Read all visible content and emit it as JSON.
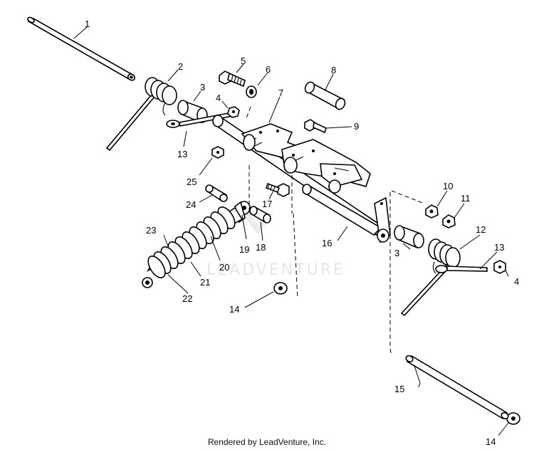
{
  "diagram": {
    "callouts": [
      {
        "id": "c1",
        "label": "1"
      },
      {
        "id": "c2",
        "label": "2"
      },
      {
        "id": "c3a",
        "label": "3"
      },
      {
        "id": "c4a",
        "label": "4"
      },
      {
        "id": "c5",
        "label": "5"
      },
      {
        "id": "c6",
        "label": "6"
      },
      {
        "id": "c7",
        "label": "7"
      },
      {
        "id": "c8",
        "label": "8"
      },
      {
        "id": "c9",
        "label": "9"
      },
      {
        "id": "c10",
        "label": "10"
      },
      {
        "id": "c11",
        "label": "11"
      },
      {
        "id": "c12",
        "label": "12"
      },
      {
        "id": "c13a",
        "label": "13"
      },
      {
        "id": "c13b",
        "label": "13"
      },
      {
        "id": "c14a",
        "label": "14"
      },
      {
        "id": "c14b",
        "label": "14"
      },
      {
        "id": "c15",
        "label": "15"
      },
      {
        "id": "c16",
        "label": "16"
      },
      {
        "id": "c17",
        "label": "17"
      },
      {
        "id": "c18",
        "label": "18"
      },
      {
        "id": "c19",
        "label": "19"
      },
      {
        "id": "c20",
        "label": "20"
      },
      {
        "id": "c21",
        "label": "21"
      },
      {
        "id": "c22",
        "label": "22"
      },
      {
        "id": "c23",
        "label": "23"
      },
      {
        "id": "c24",
        "label": "24"
      },
      {
        "id": "c25",
        "label": "25"
      },
      {
        "id": "c3b",
        "label": "3"
      },
      {
        "id": "c4b",
        "label": "4"
      }
    ],
    "watermark": "LEADVENTURE",
    "footer": "Rendered by LeadVenture, Inc."
  }
}
